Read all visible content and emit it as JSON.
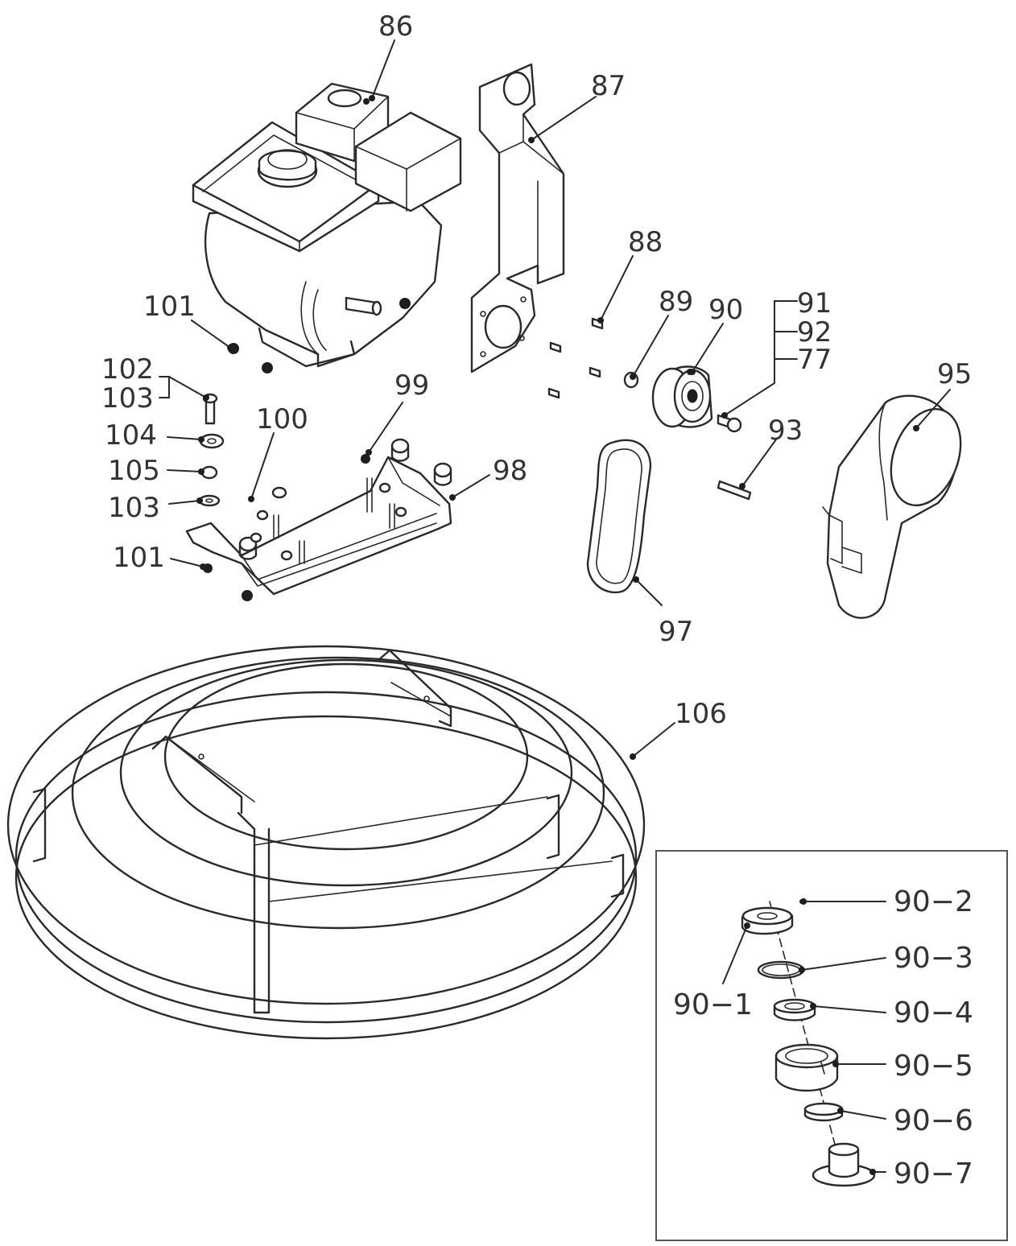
{
  "labels": {
    "p86": "86",
    "p87": "87",
    "p88": "88",
    "p89": "89",
    "p90": "90",
    "p91": "91",
    "p92": "92",
    "p77": "77",
    "p95": "95",
    "p93": "93",
    "p97": "97",
    "p98": "98",
    "p99": "99",
    "p100": "100",
    "p101a": "101",
    "p101b": "101",
    "p102": "102",
    "p103a": "103",
    "p104": "104",
    "p105": "105",
    "p103b": "103",
    "p106": "106",
    "p90_1": "90−1",
    "p90_2": "90−2",
    "p90_3": "90−3",
    "p90_4": "90−4",
    "p90_5": "90−5",
    "p90_6": "90−6",
    "p90_7": "90−7"
  },
  "colors": {
    "line": "#2a2a2a",
    "text": "#333333",
    "background": "#ffffff"
  }
}
